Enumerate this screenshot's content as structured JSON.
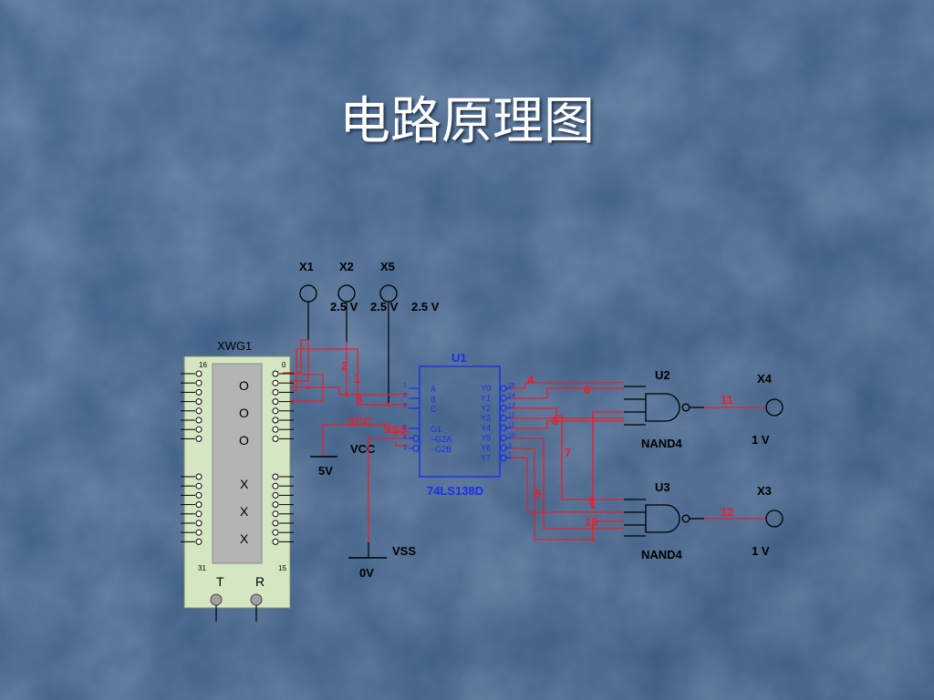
{
  "title": "电路原理图",
  "word_generator": {
    "name": "XWG1",
    "pin_top_left": "16",
    "pin_top_right": "0",
    "pin_bottom_left": "31",
    "pin_bottom_right": "15",
    "o_labels": [
      "O",
      "O",
      "O"
    ],
    "x_labels": [
      "X",
      "X",
      "X"
    ],
    "t_label": "T",
    "r_label": "R"
  },
  "probes": {
    "x1": {
      "name": "X1",
      "value": "2.5 V"
    },
    "x2": {
      "name": "X2",
      "value": "2.5 V"
    },
    "x5": {
      "name": "X5",
      "value": "2.5 V"
    },
    "x4": {
      "name": "X4",
      "value": "1 V"
    },
    "x3": {
      "name": "X3",
      "value": "1 V"
    }
  },
  "decoder": {
    "name": "U1",
    "part": "74LS138D",
    "inputs": [
      "A",
      "B",
      "C"
    ],
    "enables": [
      "G1",
      "~G2A",
      "~G2B"
    ],
    "outputs": [
      "Y0",
      "Y1",
      "Y2",
      "Y3",
      "Y4",
      "Y5",
      "Y6",
      "Y7"
    ],
    "input_pins": [
      "1",
      "2",
      "3"
    ],
    "enable_pins": [
      "6",
      "4",
      "5"
    ],
    "output_pins": [
      "15",
      "14",
      "13",
      "12",
      "11",
      "10",
      "9",
      "7"
    ]
  },
  "gates": {
    "u2": {
      "name": "U2",
      "part": "NAND4"
    },
    "u3": {
      "name": "U3",
      "part": "NAND4"
    }
  },
  "power": {
    "vcc_label": "VCC",
    "vcc_source": "VCC",
    "vcc_value": "5V",
    "vss_label": "VSS",
    "vss_source": "VSS",
    "vss_value": "0V"
  },
  "net_numbers": [
    "1",
    "2",
    "3",
    "4",
    "5",
    "6",
    "7",
    "8",
    "9",
    "10",
    "11",
    "12"
  ],
  "colors": {
    "wire_red": "#e8202a",
    "wire_black": "#1a1a1a",
    "component_blue": "#1a2cf0",
    "instrument_panel": "#d5e6c3"
  }
}
